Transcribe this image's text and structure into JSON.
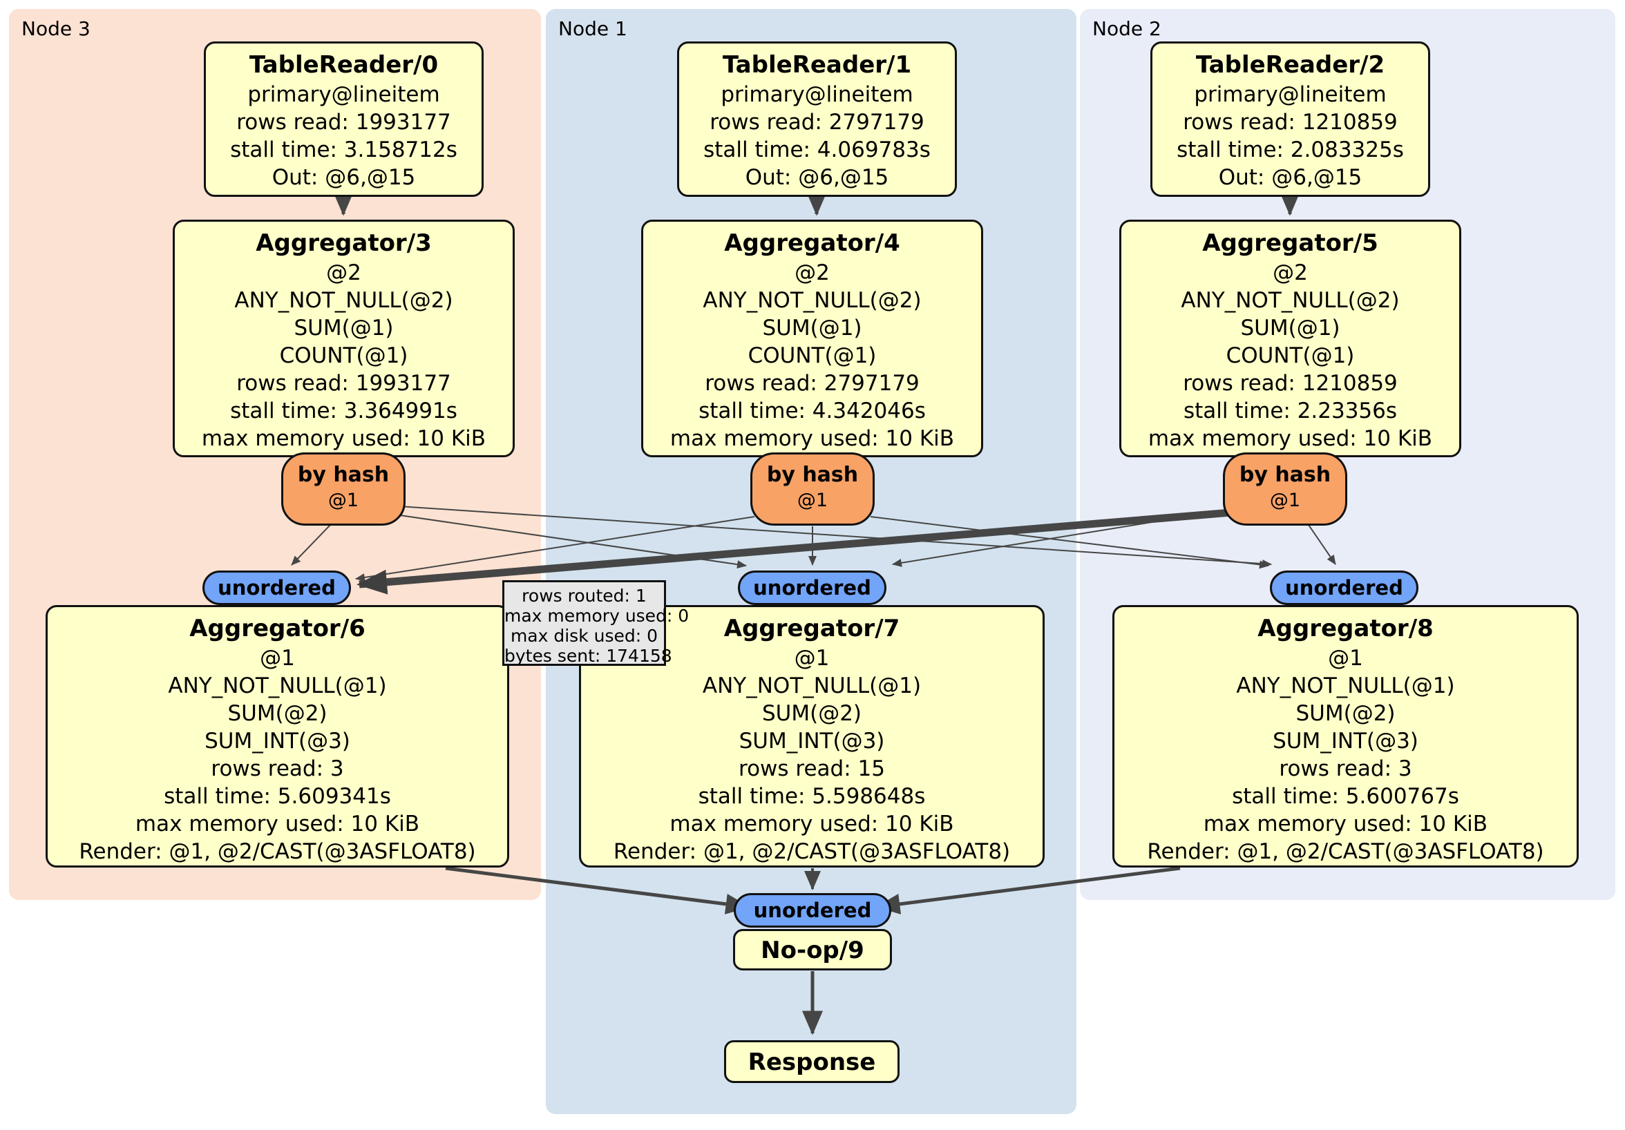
{
  "panels": [
    {
      "id": "node3",
      "label": "Node 3"
    },
    {
      "id": "node1",
      "label": "Node 1"
    },
    {
      "id": "node2",
      "label": "Node 2"
    }
  ],
  "operators": {
    "tr0": {
      "title": "TableReader/0",
      "lines": [
        "primary@lineitem",
        "rows read: 1993177",
        "stall time: 3.158712s",
        "Out: @6,@15"
      ]
    },
    "tr1": {
      "title": "TableReader/1",
      "lines": [
        "primary@lineitem",
        "rows read: 2797179",
        "stall time: 4.069783s",
        "Out: @6,@15"
      ]
    },
    "tr2": {
      "title": "TableReader/2",
      "lines": [
        "primary@lineitem",
        "rows read: 1210859",
        "stall time: 2.083325s",
        "Out: @6,@15"
      ]
    },
    "agg3": {
      "title": "Aggregator/3",
      "lines": [
        "@2",
        "ANY_NOT_NULL(@2)",
        "SUM(@1)",
        "COUNT(@1)",
        "rows read: 1993177",
        "stall time: 3.364991s",
        "max memory used: 10 KiB"
      ]
    },
    "agg4": {
      "title": "Aggregator/4",
      "lines": [
        "@2",
        "ANY_NOT_NULL(@2)",
        "SUM(@1)",
        "COUNT(@1)",
        "rows read: 2797179",
        "stall time: 4.342046s",
        "max memory used: 10 KiB"
      ]
    },
    "agg5": {
      "title": "Aggregator/5",
      "lines": [
        "@2",
        "ANY_NOT_NULL(@2)",
        "SUM(@1)",
        "COUNT(@1)",
        "rows read: 1210859",
        "stall time: 2.23356s",
        "max memory used: 10 KiB"
      ]
    },
    "agg6": {
      "title": "Aggregator/6",
      "lines": [
        "@1",
        "ANY_NOT_NULL(@1)",
        "SUM(@2)",
        "SUM_INT(@3)",
        "rows read: 3",
        "stall time: 5.609341s",
        "max memory used: 10 KiB",
        "Render: @1, @2/CAST(@3ASFLOAT8)"
      ]
    },
    "agg7": {
      "title": "Aggregator/7",
      "lines": [
        "@1",
        "ANY_NOT_NULL(@1)",
        "SUM(@2)",
        "SUM_INT(@3)",
        "rows read: 15",
        "stall time: 5.598648s",
        "max memory used: 10 KiB",
        "Render: @1, @2/CAST(@3ASFLOAT8)"
      ]
    },
    "agg8": {
      "title": "Aggregator/8",
      "lines": [
        "@1",
        "ANY_NOT_NULL(@1)",
        "SUM(@2)",
        "SUM_INT(@3)",
        "rows read: 3",
        "stall time: 5.600767s",
        "max memory used: 10 KiB",
        "Render: @1, @2/CAST(@3ASFLOAT8)"
      ]
    },
    "noop9": {
      "title": "No-op/9"
    },
    "response": {
      "title": "Response"
    }
  },
  "routers": [
    {
      "label": "by hash",
      "detail": "@1"
    },
    {
      "label": "by hash",
      "detail": "@1"
    },
    {
      "label": "by hash",
      "detail": "@1"
    }
  ],
  "synchronizers": [
    {
      "label": "unordered"
    },
    {
      "label": "unordered"
    },
    {
      "label": "unordered"
    },
    {
      "label": "unordered"
    }
  ],
  "tooltip": {
    "lines": [
      "rows routed: 1",
      "max memory used: 0",
      "max disk used: 0",
      "bytes sent: 174158"
    ]
  },
  "colors": {
    "node3_bg": "#fce2d2",
    "node1_bg": "#d3e2ee",
    "node2_bg": "#e9edf8",
    "operator_bg": "#ffffc9",
    "router_bg": "#f8a266",
    "sync_bg": "#72a4f7",
    "tooltip_bg": "#e7e7e7",
    "edge": "#464646"
  }
}
